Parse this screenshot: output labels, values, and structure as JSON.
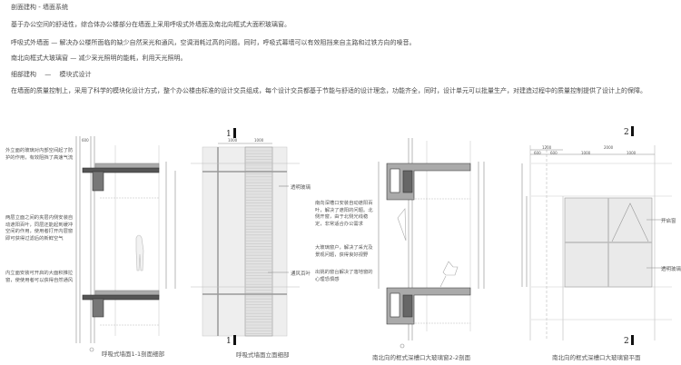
{
  "text": {
    "heading1": "剖面建构 - 墙面系统",
    "para1": "基于办公空间的舒适性，综合体办公楼部分在墙面上采用呼吸式外墙面及南北向框式大面积玻璃窗。",
    "para2": "呼吸式外墙面 — 解决办公楼所面临的缺少自然采光和通风，空调消耗过高的问题。同时，呼吸式幕墙可以有效阻挡来自主路和过铁方向的噪音。",
    "para3": "南北向框式大玻璃窗 — 减少采光照明的能耗，利用天光照明。",
    "heading2": "细部建构　 —　 模块式设计",
    "para4": "在墙面的质量控制上，采用了科学的模块化设计方式，整个办公楼由标准的设计交员组成，每个设计交员都基于节能与舒适的设计理念，功能齐全，同时，设计单元可以批量生产，对建造过程中的质量控制提供了设计上的保障。"
  },
  "drawings": {
    "section11": {
      "caption": "呼吸式墙面1-1剖面细部",
      "notes": [
        "外立面的玻璃对内部空间起了防护的作用，有效阻挡了高速气流",
        "两层立面之间的夹层内侧安装自动遮阳百叶，同层还能起到缓冲空间的作用，使用者打开内层窗即可获得过滤后的新鲜空气",
        "内立面安装可开启的大面积推拉窗，使使用者可以获得自然通风"
      ],
      "dim": "600"
    },
    "elevation": {
      "caption": "呼吸式墙面立面细部",
      "marker": "1",
      "dims": [
        "1000",
        "1000"
      ],
      "labels": [
        "透明玻璃",
        "通风百叶"
      ]
    },
    "section22": {
      "caption": "南北向的框式深槽口大玻璃窗2-2剖面",
      "notes": [
        "南向深槽口安装自动遮阳百叶，解决了遮阳的问题。北侧开窗，由于北侧光线稳定，非常适合办公需求",
        "大玻璃窗户，解决了采光及景观问题，获得良好视野",
        "出挑的窗台解决了落地窗的心理恐惧感"
      ]
    },
    "plan": {
      "caption": "南北向的框式深槽口大玻璃窗平面",
      "marker": "2",
      "dims_top": [
        "1200",
        "2000"
      ],
      "dims_sub": [
        "600",
        "600",
        "1000",
        "1000"
      ],
      "labels": [
        "开启窗",
        "透明玻璃"
      ]
    }
  }
}
